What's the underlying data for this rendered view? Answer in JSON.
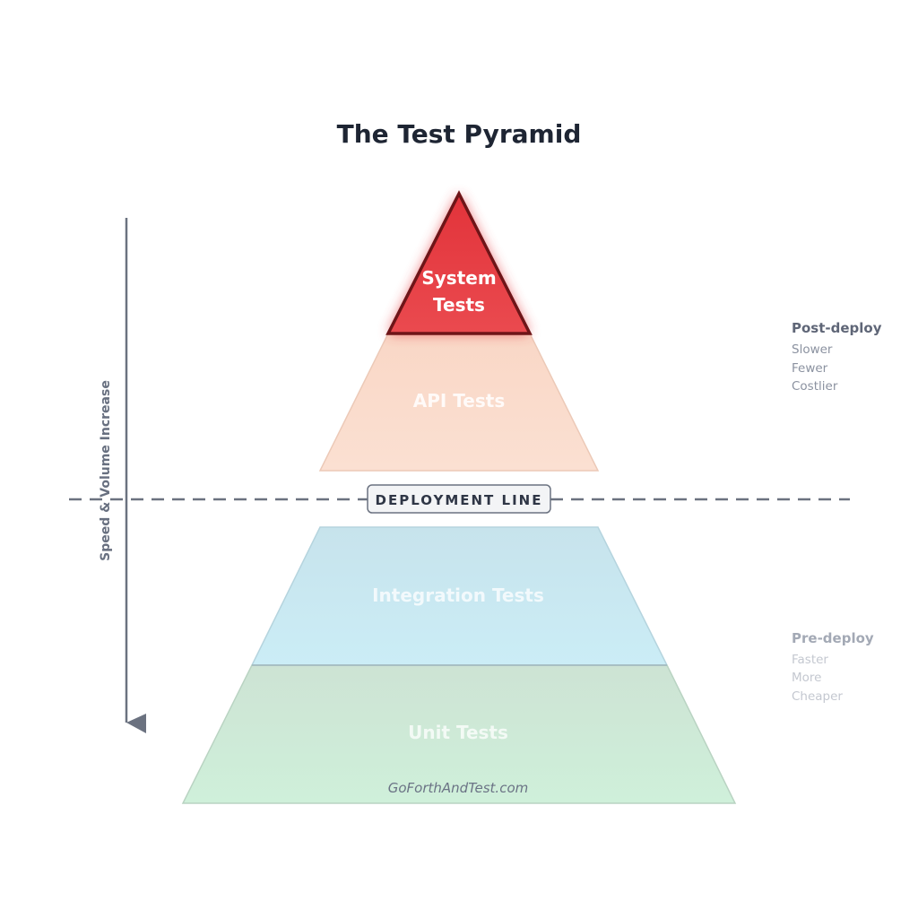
{
  "title": "The Test Pyramid",
  "tiers": {
    "system": "System",
    "system_line2": "Tests",
    "api": "API Tests",
    "integration": "Integration Tests",
    "unit": "Unit Tests"
  },
  "deployment_line": "DEPLOYMENT LINE",
  "axis_label": "Speed & Volume Increase",
  "post_deploy": {
    "heading": "Post-deploy",
    "items": [
      "Slower",
      "Fewer",
      "Costlier"
    ]
  },
  "pre_deploy": {
    "heading": "Pre-deploy",
    "items": [
      "Faster",
      "More",
      "Cheaper"
    ]
  },
  "watermark": "GoForthAndTest.com",
  "colors": {
    "system_fill": "#e0343b",
    "system_stroke": "#6e1518",
    "api_fill": "#fadccd",
    "integration_fill": "#c9e7f0",
    "unit_fill": "#cfe8d6",
    "axis": "#6b7280",
    "title": "#1e2533"
  }
}
